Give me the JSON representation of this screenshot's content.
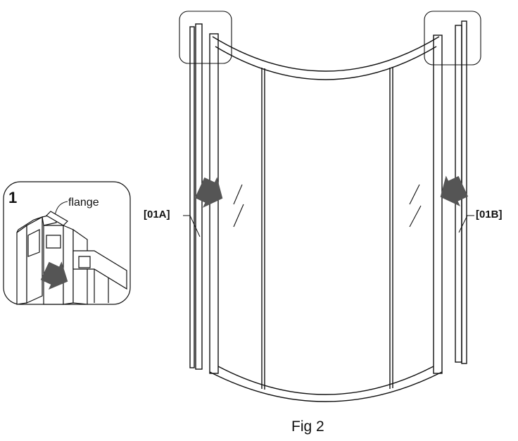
{
  "figure": {
    "caption": "Fig 2",
    "detail_number": "1",
    "callout_flange": "flange",
    "label_left_profile": "[01A]",
    "label_right_profile": "[01B]"
  },
  "colors": {
    "line": "#111111",
    "arrow": "#555555",
    "background": "#ffffff"
  }
}
